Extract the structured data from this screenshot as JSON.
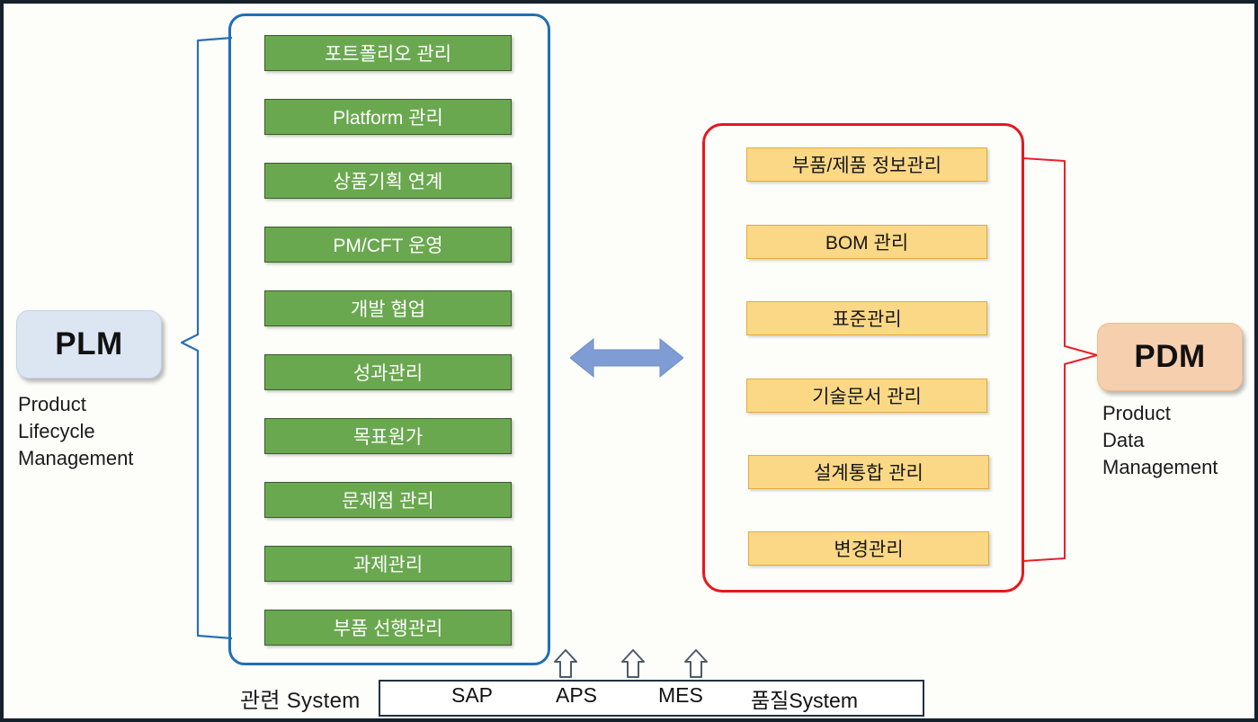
{
  "diagram": {
    "title_left": "PLM",
    "title_right": "PDM",
    "left_node": {
      "abbrev": "PLM",
      "expansion": "Product\nLifecycle\nManagement"
    },
    "right_node": {
      "abbrev": "PDM",
      "expansion": "Product\nData\nManagement"
    },
    "plm_functions": [
      {
        "label": "포트폴리오 관리"
      },
      {
        "label": "Platform 관리"
      },
      {
        "label": "상품기획 연계"
      },
      {
        "label": "PM/CFT 운영"
      },
      {
        "label": "개발 협업"
      },
      {
        "label": "성과관리"
      },
      {
        "label": "목표원가"
      },
      {
        "label": "문제점 관리"
      },
      {
        "label": "과제관리"
      },
      {
        "label": "부품 선행관리"
      }
    ],
    "pdm_functions": [
      {
        "label": "부품/제품 정보관리"
      },
      {
        "label": "BOM 관리"
      },
      {
        "label": "표준관리"
      },
      {
        "label": "기술문서 관리"
      },
      {
        "label": "설계통합 관리"
      },
      {
        "label": "변경관리"
      }
    ],
    "related_systems": {
      "label": "관련 System",
      "items": [
        {
          "label": "SAP"
        },
        {
          "label": "APS"
        },
        {
          "label": "MES"
        },
        {
          "label": "품질System"
        }
      ]
    },
    "colors": {
      "plm_pill": "#dce6f2",
      "pdm_pill": "#f6cfae",
      "plm_box": "#6aa84f",
      "pdm_box": "#fbd885",
      "blue_frame": "#1f6fb5",
      "red_frame": "#e8161f",
      "arrow": "#7f9dd4",
      "outer_border": "#14212b"
    }
  }
}
